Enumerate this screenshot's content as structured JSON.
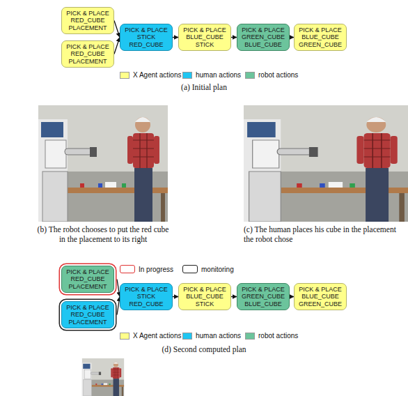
{
  "diagram": {
    "nodes": [
      {
        "text": [
          "PICK & PLACE RED_CUBE PLACEMENT"
        ]
      },
      {
        "text": [
          "PICK & PLACE RED_CUBE PLACEMENT"
        ]
      },
      {
        "text": [
          "PICK & PLACE STICK RED_CUBE"
        ]
      },
      {
        "text": [
          "PICK & PLACE BLUE_CUBE STICK"
        ]
      },
      {
        "text": [
          "PICK & PLACE GREEN_CUBE BLUE_CUBE"
        ]
      },
      {
        "text": [
          "PICK & PLACE BLUE_CUBE GREEN_CUBE"
        ]
      },
      {
        "text": [
          "PICK & PLACE RED_CUBE PLACEMENT"
        ]
      },
      {
        "text": [
          "PICK & PLACE RED_CUBE PLACEMENT"
        ]
      },
      {
        "text": [
          "PICK & PLACE STICK RED_CUBE"
        ]
      },
      {
        "text": [
          "PICK & PLACE BLUE_CUBE STICK"
        ]
      },
      {
        "text": [
          "PICK & PLACE GREEN_CUBE BLUE_CUBE"
        ]
      },
      {
        "text": [
          "PICK & PLACE BLUE_CUBE GREEN_CUBE"
        ]
      }
    ],
    "edges": [
      {
        "from": 0,
        "to": 2,
        "arrow": "to"
      },
      {
        "from": 1,
        "to": 2,
        "arrow": "to"
      },
      {
        "from": 2,
        "to": 3,
        "arrow": "to"
      },
      {
        "from": 3,
        "to": 4,
        "arrow": "to"
      },
      {
        "from": 4,
        "to": 5,
        "arrow": "to"
      },
      {
        "from": 6,
        "to": 8,
        "arrow": "to"
      },
      {
        "from": 7,
        "to": 8,
        "arrow": "to"
      },
      {
        "from": 8,
        "to": 9,
        "arrow": "to"
      },
      {
        "from": 9,
        "to": 10,
        "arrow": "to"
      },
      {
        "from": 10,
        "to": 11,
        "arrow": "to"
      }
    ],
    "labels": [
      "(a) Initial plan",
      "(b) The robot chooses to put the red cube in the placement to its right",
      "(c) The human places his cube in the placement the robot chose",
      "(d) Second computed plan"
    ],
    "legend": [
      {
        "text": "X Agent actions",
        "color": "#ffff8a"
      },
      {
        "text": "human actions",
        "color": "#1fc6f2"
      },
      {
        "text": "robot actions",
        "color": "#6cc49c"
      },
      {
        "text": "In progress"
      },
      {
        "text": "monitoring"
      },
      {
        "text": "X Agent actions",
        "color": "#ffff8a"
      },
      {
        "text": "human actions",
        "color": "#1fc6f2"
      },
      {
        "text": "robot actions",
        "color": "#6cc49c"
      }
    ]
  }
}
